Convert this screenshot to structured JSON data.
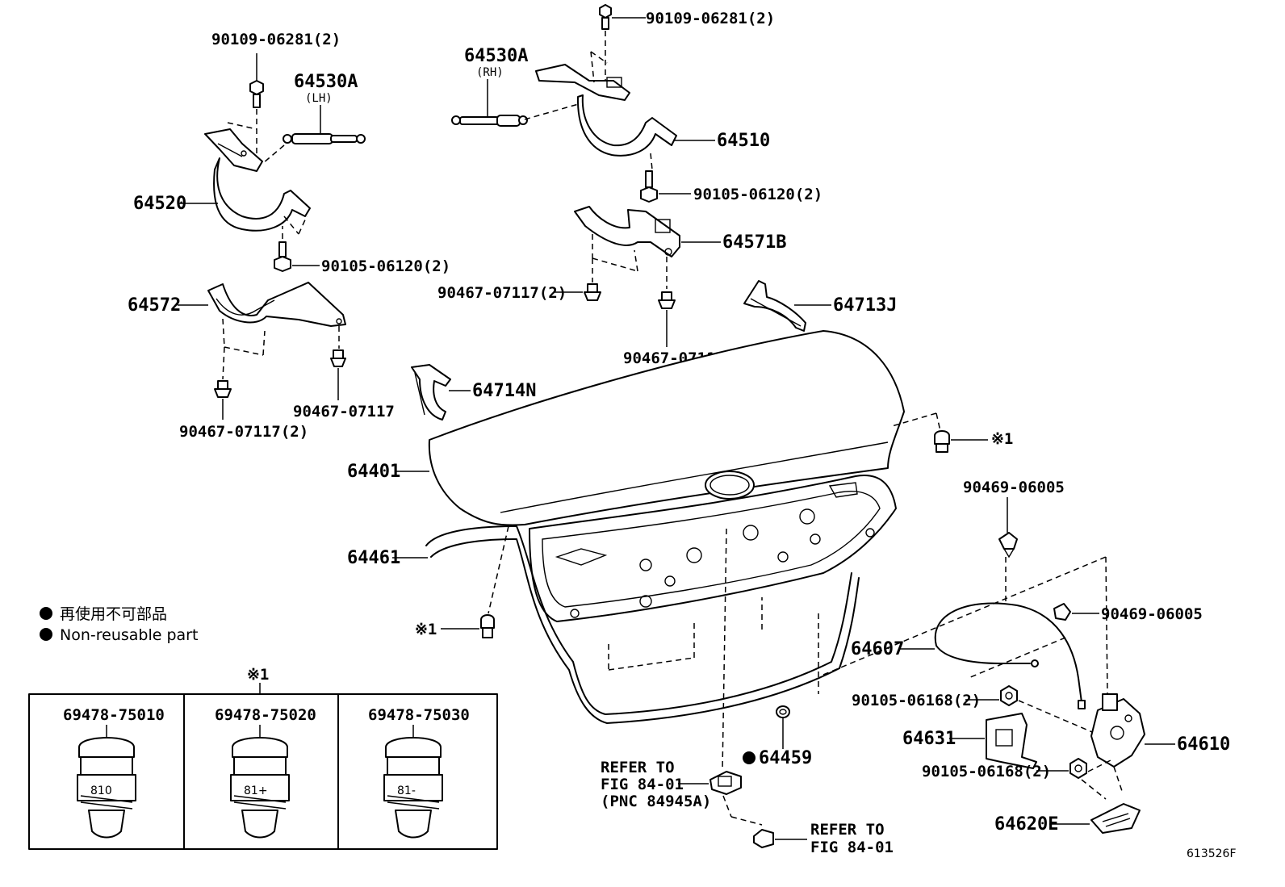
{
  "labels": {
    "p_90109_06281_2_lh": "90109-06281(2)",
    "p_64530A_lh": "64530A",
    "p_lh": "(LH)",
    "p_64520": "64520",
    "p_90105_06120_2_lh": "90105-06120(2)",
    "p_64572": "64572",
    "p_90467_07117_lh": "90467-07117",
    "p_90467_07117_2_lh": "90467-07117(2)",
    "p_64714N": "64714N",
    "p_90109_06281_2_rh": "90109-06281(2)",
    "p_64530A_rh": "64530A",
    "p_rh": "(RH)",
    "p_64510": "64510",
    "p_90105_06120_2_rh": "90105-06120(2)",
    "p_64571B": "64571B",
    "p_90467_07117_2_rh": "90467-07117(2)",
    "p_90467_07117_rh": "90467-07117",
    "p_64713J": "64713J",
    "p_64401": "64401",
    "p_ref1_top": "※1",
    "p_64461": "64461",
    "p_ref1_left": "※1",
    "p_90469_06005_a": "90469-06005",
    "p_90469_06005_b": "90469-06005",
    "p_64607": "64607",
    "p_90105_06168_2_a": "90105-06168(2)",
    "p_64631": "64631",
    "p_64610": "64610",
    "p_90105_06168_2_b": "90105-06168(2)",
    "p_64459": "64459",
    "p_64620E": "64620E",
    "refer1_line1": "REFER TO",
    "refer1_line2": "FIG 84-01",
    "refer1_line3": "(PNC 84945A)",
    "refer2_line1": "REFER TO",
    "refer2_line2": "FIG 84-01"
  },
  "legend": {
    "jp": "再使用不可部品",
    "en": "Non-reusable part"
  },
  "table": {
    "ref_mark": "※1",
    "columns": [
      {
        "part": "69478-75010",
        "code": "810"
      },
      {
        "part": "69478-75020",
        "code": "81+"
      },
      {
        "part": "69478-75030",
        "code": "81-"
      }
    ]
  },
  "figure_id": "613526F"
}
